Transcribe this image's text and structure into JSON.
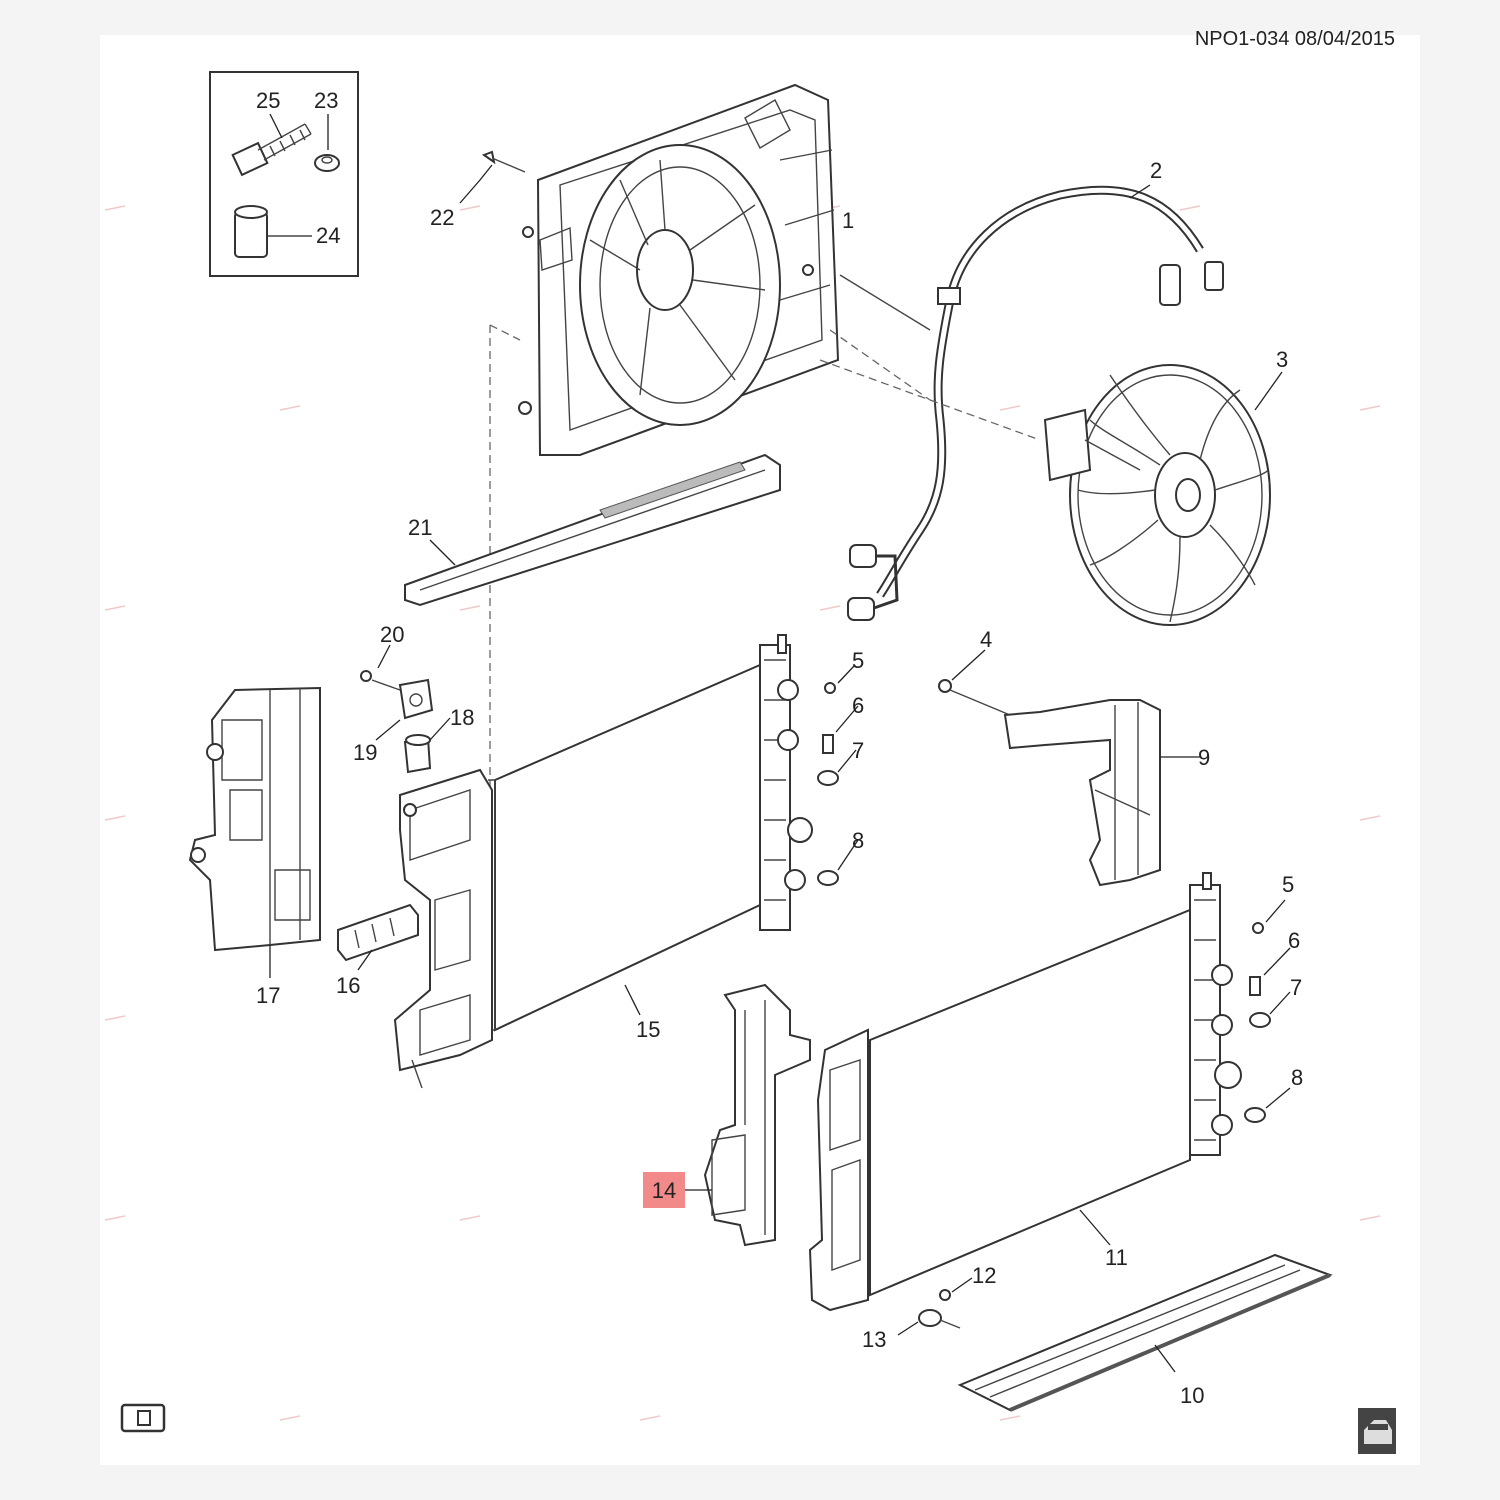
{
  "header": {
    "code": "NPO1-034 08/04/2015"
  },
  "highlight": {
    "label": "14",
    "color": "#f28a8a"
  },
  "callouts": {
    "c1": "1",
    "c2": "2",
    "c3": "3",
    "c4": "4",
    "c5a": "5",
    "c6a": "6",
    "c7a": "7",
    "c8a": "8",
    "c9": "9",
    "c10": "10",
    "c11": "11",
    "c12": "12",
    "c13": "13",
    "c5b": "5",
    "c6b": "6",
    "c7b": "7",
    "c8b": "8",
    "c15": "15",
    "c16": "16",
    "c17": "17",
    "c18": "18",
    "c19": "19",
    "c20": "20",
    "c21": "21",
    "c22": "22",
    "c23": "23",
    "c24": "24",
    "c25": "25"
  },
  "footer": {
    "left_icon": "page-icon",
    "right_icon": "vehicle-icon"
  }
}
